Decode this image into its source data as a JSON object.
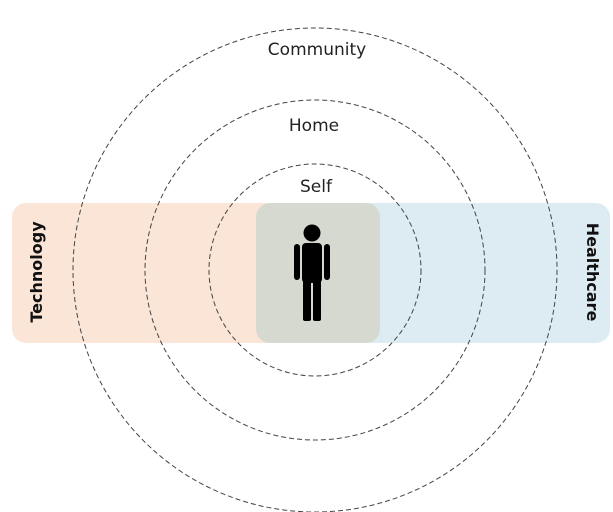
{
  "rings": {
    "outer_label": "Community",
    "middle_label": "Home",
    "inner_label": "Self"
  },
  "bands": {
    "left_label": "Technology",
    "right_label": "Healthcare",
    "left_color": "#fae5d6",
    "right_color": "#dcecf2",
    "overlap_color": "#d6d9d0"
  },
  "icons": {
    "center": "person-icon"
  },
  "ring_stroke_color": "#444444"
}
